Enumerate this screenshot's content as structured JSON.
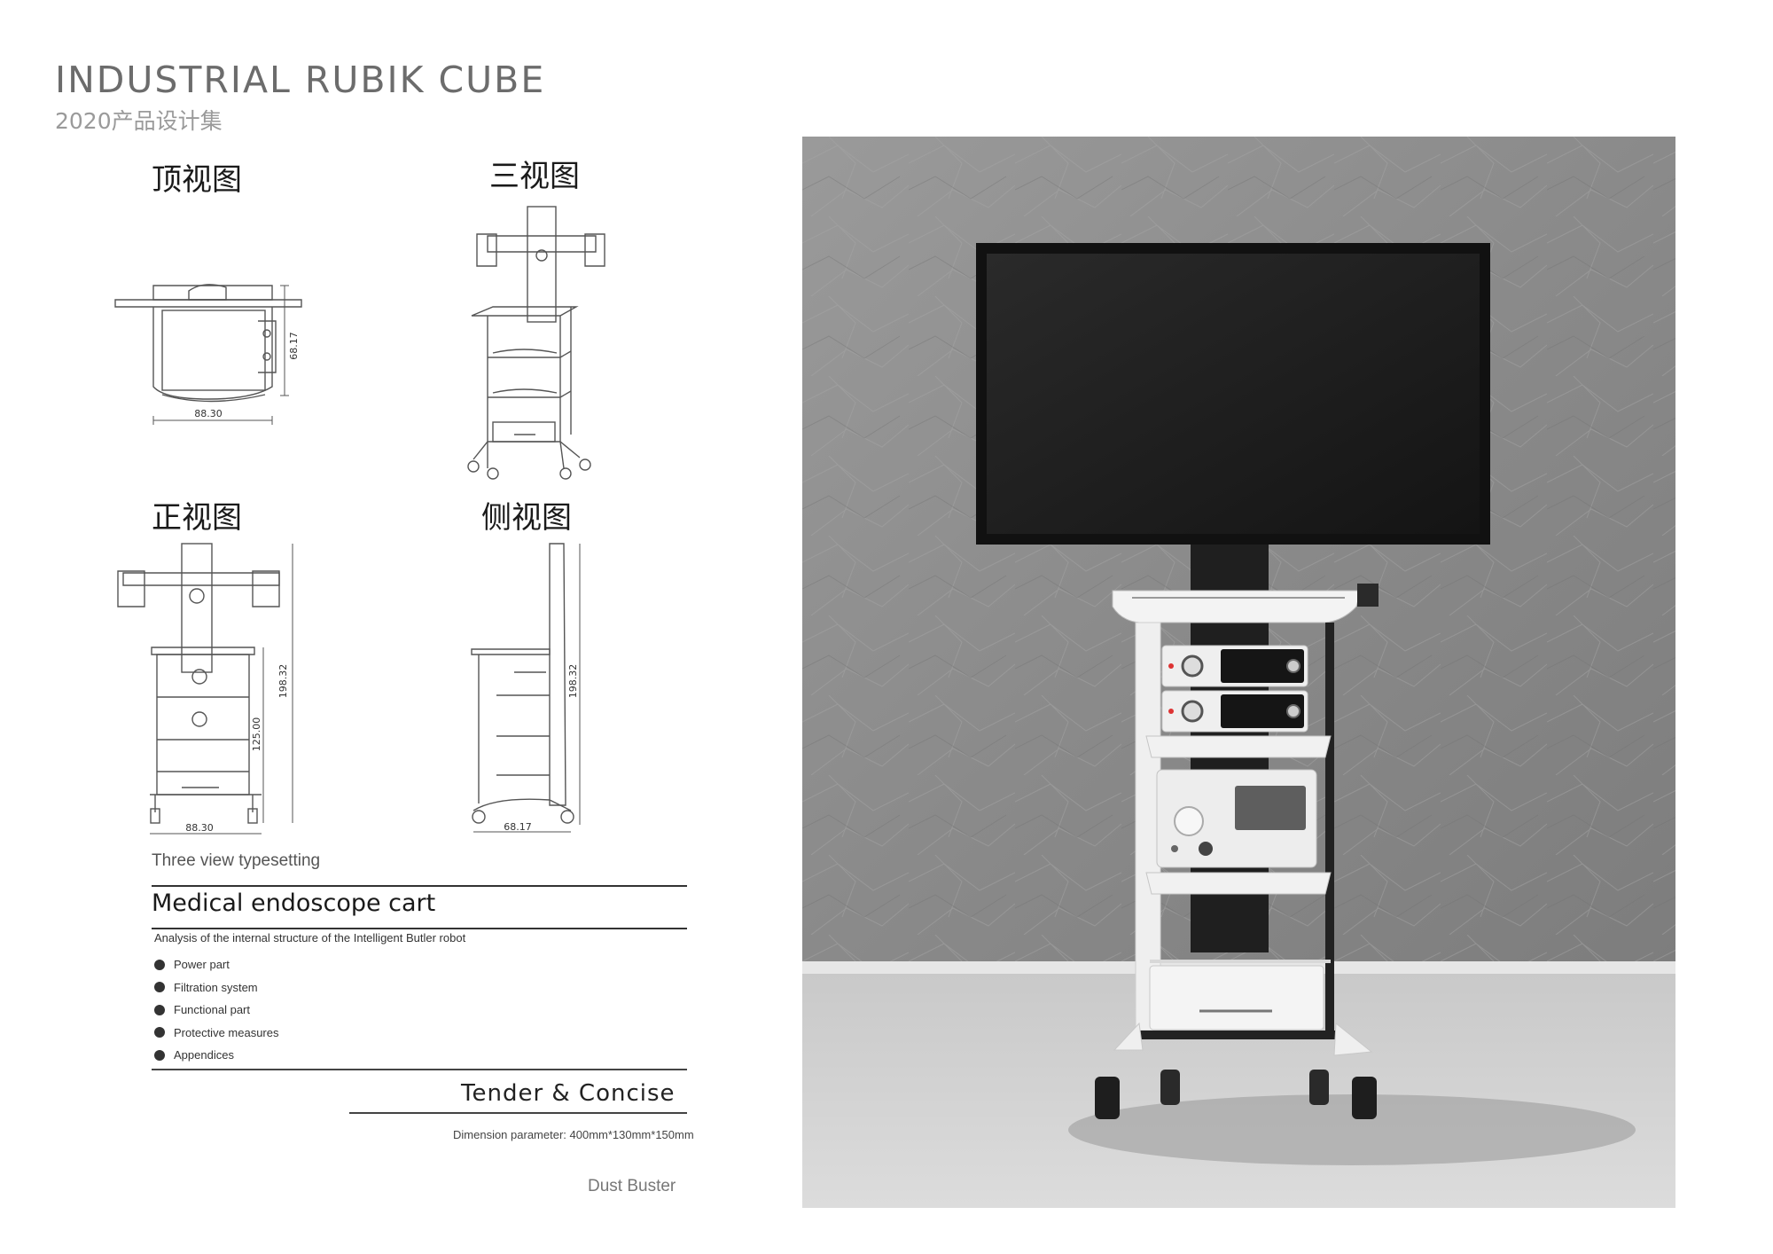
{
  "header": {
    "title": "INDUSTRIAL RUBIK CUBE",
    "subtitle": "2020产品设计集"
  },
  "views": {
    "top_view": "顶视图",
    "three_view": "三视图",
    "front_view": "正视图",
    "side_view": "侧视图"
  },
  "dimensions": {
    "top_width": "88.30",
    "top_depth": "68.17",
    "front_width": "88.30",
    "front_height": "198.32",
    "front_lower_height": "125.00",
    "side_depth": "68.17",
    "side_height": "198.32"
  },
  "description": {
    "layout_caption": "Three view typesetting",
    "product_name": "Medical endoscope cart",
    "analysis": "Analysis of the internal structure of the Intelligent Butler robot",
    "features": [
      "Power part",
      "Filtration system",
      "Functional part",
      "Protective measures",
      "Appendices"
    ],
    "tagline": "Tender & Concise",
    "dimension_parameter": "Dimension parameter:   400mm*130mm*150mm",
    "footer_name": "Dust Buster"
  },
  "colors": {
    "title_gray": "#6c6c6c",
    "wall_gray": "#8d8d8d",
    "floor_gray": "#d3d3d3",
    "screen_black": "#1a1a1a"
  }
}
